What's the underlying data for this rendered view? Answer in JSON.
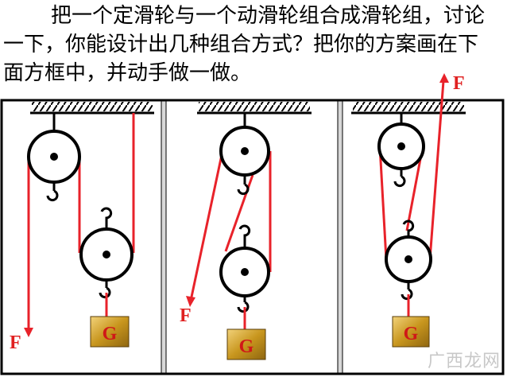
{
  "prompt_text": "把一个定滑轮与一个动滑轮组合成滑轮组，讨论一下，你能设计出几种组合方式？把你的方案画在下面方框中，并动手做一做。",
  "force_label": "F",
  "load_label": "G",
  "watermark": "广西龙网",
  "colors": {
    "rope": "#e8222a",
    "frame": "#000000",
    "load_fill": "#c8961e",
    "load_label": "#d01818",
    "force_label": "#e02020",
    "divider": "#b0b0b0"
  }
}
